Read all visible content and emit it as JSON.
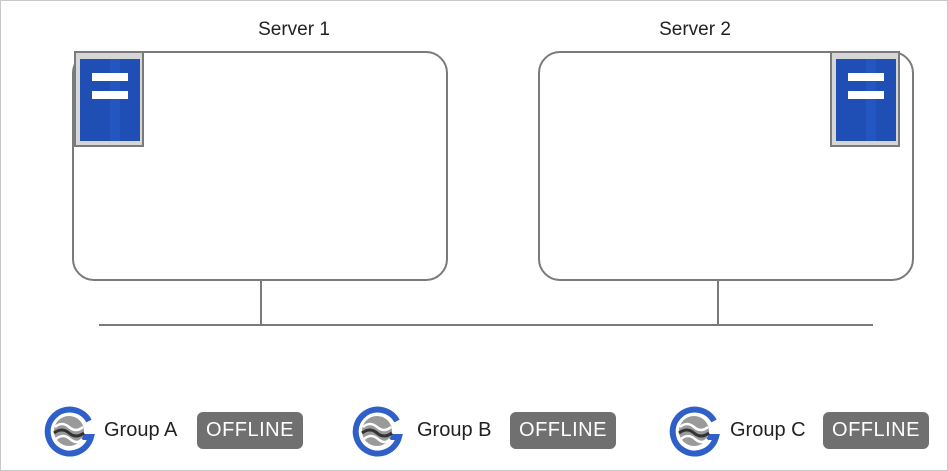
{
  "servers": [
    {
      "name": "Server 1"
    },
    {
      "name": "Server 2"
    }
  ],
  "groups": [
    {
      "name": "Group A",
      "status": "OFFLINE"
    },
    {
      "name": "Group B",
      "status": "OFFLINE"
    },
    {
      "name": "Group C",
      "status": "OFFLINE"
    }
  ],
  "colors": {
    "server_icon_blue": "#1f4fb5",
    "badge_gray": "#707070",
    "line_gray": "#7a7a7a",
    "group_icon_blue": "#2f5fc8"
  },
  "icons": {
    "server": "server-icon",
    "group": "cluster-group-icon"
  }
}
